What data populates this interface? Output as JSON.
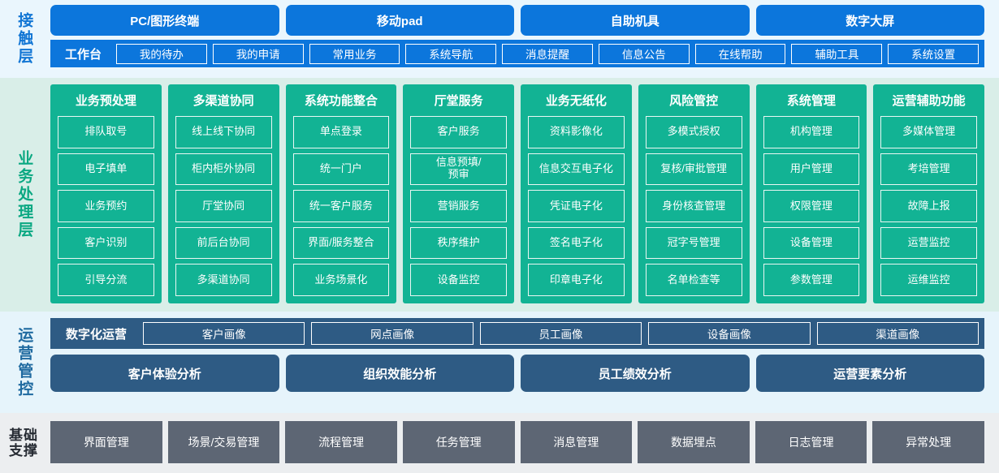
{
  "layers": [
    {
      "id": "contact",
      "label": "接触层",
      "terminals": [
        "PC/图形终端",
        "移动pad",
        "自助机具",
        "数字大屏"
      ],
      "workbench_label": "工作台",
      "workbench_items": [
        "我的待办",
        "我的申请",
        "常用业务",
        "系统导航",
        "消息提醒",
        "信息公告",
        "在线帮助",
        "辅助工具",
        "系统设置"
      ]
    },
    {
      "id": "business",
      "label": "业务处理层",
      "columns": [
        {
          "title": "业务预处理",
          "items": [
            "排队取号",
            "电子填单",
            "业务预约",
            "客户识别",
            "引导分流"
          ]
        },
        {
          "title": "多渠道协同",
          "items": [
            "线上线下协同",
            "柜内柜外协同",
            "厅堂协同",
            "前后台协同",
            "多渠道协同"
          ]
        },
        {
          "title": "系统功能整合",
          "items": [
            "单点登录",
            "统一门户",
            "统一客户服务",
            "界面/服务整合",
            "业务场景化"
          ]
        },
        {
          "title": "厅堂服务",
          "items": [
            "客户服务",
            "信息预填/\n预审",
            "营销服务",
            "秩序维护",
            "设备监控"
          ]
        },
        {
          "title": "业务无纸化",
          "items": [
            "资料影像化",
            "信息交互电子化",
            "凭证电子化",
            "签名电子化",
            "印章电子化"
          ]
        },
        {
          "title": "风险管控",
          "items": [
            "多模式授权",
            "复核/审批管理",
            "身份核查管理",
            "冠字号管理",
            "名单检查等"
          ]
        },
        {
          "title": "系统管理",
          "items": [
            "机构管理",
            "用户管理",
            "权限管理",
            "设备管理",
            "参数管理"
          ]
        },
        {
          "title": "运营辅助功能",
          "items": [
            "多媒体管理",
            "考培管理",
            "故障上报",
            "运营监控",
            "运维监控"
          ]
        }
      ]
    },
    {
      "id": "operation",
      "label": "运营管控",
      "digital_label": "数字化运营",
      "portraits": [
        "客户画像",
        "网点画像",
        "员工画像",
        "设备画像",
        "渠道画像"
      ],
      "analyses": [
        "客户体验分析",
        "组织效能分析",
        "员工绩效分析",
        "运营要素分析"
      ]
    },
    {
      "id": "foundation",
      "label": "基础\n支撑",
      "items": [
        "界面管理",
        "场景/交易管理",
        "流程管理",
        "任务管理",
        "消息管理",
        "数据埋点",
        "日志管理",
        "异常处理"
      ]
    }
  ],
  "colors": {
    "contact_bg": "#eaf6fd",
    "contact_accent": "#0c76dc",
    "business_bg": "#d9eee8",
    "business_accent": "#12b394",
    "operation_bg": "#e6f4fb",
    "operation_accent": "#2e5b84",
    "foundation_bg": "#eceef0",
    "foundation_accent": "#5d6674"
  }
}
